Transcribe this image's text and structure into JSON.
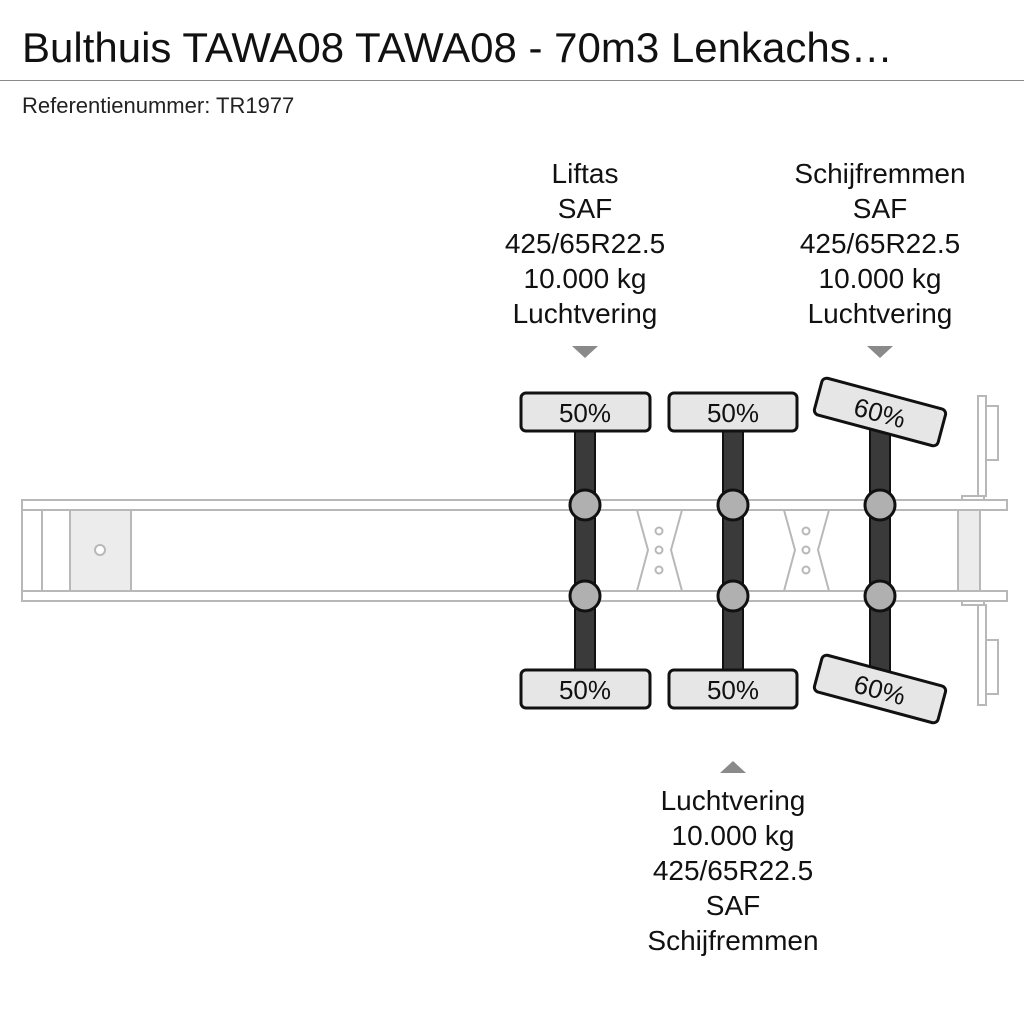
{
  "header": {
    "title": "Bulthuis TAWA08 TAWA08 - 70m3 Lenkachs…",
    "reference": "Referentienummer: TR1977"
  },
  "axles": [
    {
      "top_tyre": "50%",
      "bottom_tyre": "50%",
      "spec": [
        "Liftas",
        "SAF",
        "425/65R22.5",
        "10.000 kg",
        "Luchtvering"
      ]
    },
    {
      "top_tyre": "50%",
      "bottom_tyre": "50%",
      "spec": [
        "Luchtvering",
        "10.000 kg",
        "425/65R22.5",
        "SAF",
        "Schijfremmen"
      ]
    },
    {
      "top_tyre": "60%",
      "bottom_tyre": "60%",
      "spec": [
        "Schijfremmen",
        "SAF",
        "425/65R22.5",
        "10.000 kg",
        "Luchtvering"
      ]
    }
  ],
  "colors": {
    "axle": "#3a3a3a",
    "tyre_fill": "#e6e6e6",
    "frame": "#b8b8b8",
    "hub": "#b0b0b0",
    "marker": "#8a8a8a"
  }
}
